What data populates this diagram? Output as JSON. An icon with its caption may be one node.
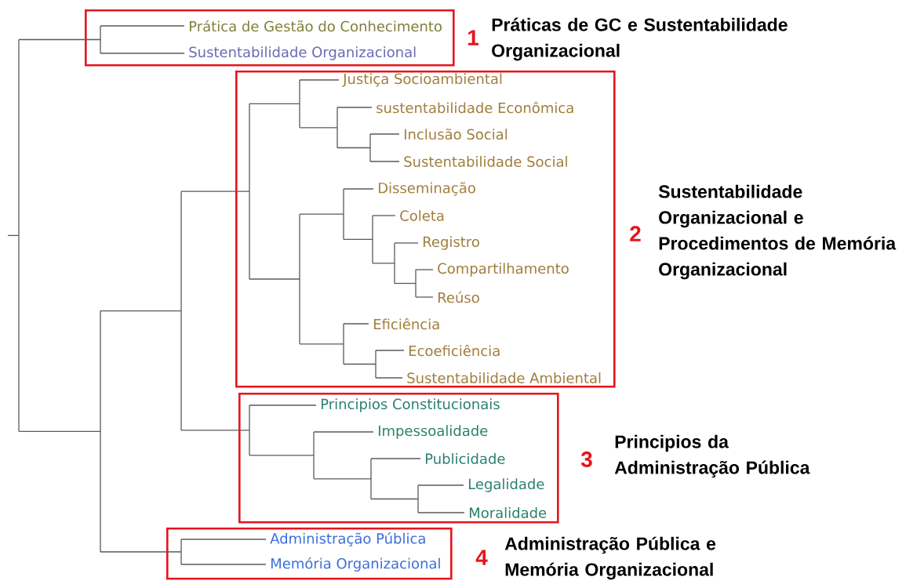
{
  "diagram": {
    "nodes": [
      {
        "text": [],
        "shape": "box",
        "beside": [
          "1",
          "Práticas de GC e Sustentabilidade Organizacional"
        ]
      },
      {
        "text": [
          "Prática de Gestão do Conhecimento"
        ],
        "in": 0
      },
      {
        "text": [
          "Sustentabilidade Organizacional"
        ],
        "in": 0
      },
      {
        "text": [],
        "shape": "box",
        "beside": [
          "2",
          "Sustentabilidade Organizacional e Procedimentos de Memória Organizacional"
        ]
      },
      {
        "text": [
          "Justiça Socioambiental"
        ],
        "in": 3
      },
      {
        "text": [
          "sustentabilidade Econômica"
        ],
        "in": 3
      },
      {
        "text": [
          "Inclusão Social"
        ],
        "in": 3
      },
      {
        "text": [
          "Sustentabilidade Social"
        ],
        "in": 3
      },
      {
        "text": [
          "Disseminação"
        ],
        "in": 3
      },
      {
        "text": [
          "Coleta"
        ],
        "in": 3
      },
      {
        "text": [
          "Registro"
        ],
        "in": 3
      },
      {
        "text": [
          "Compartilhamento"
        ],
        "in": 3
      },
      {
        "text": [
          "Reúso"
        ],
        "in": 3
      },
      {
        "text": [
          "Eficiência"
        ],
        "in": 3
      },
      {
        "text": [
          "Ecoeficiência"
        ],
        "in": 3
      },
      {
        "text": [
          "Sustentabilidade Ambiental"
        ],
        "in": 3
      },
      {
        "text": [],
        "shape": "box",
        "beside": [
          "3",
          "Principios da Administração Pública"
        ]
      },
      {
        "text": [
          "Principios Constitucionais"
        ],
        "in": 16
      },
      {
        "text": [
          "Impessoalidade"
        ],
        "in": 16
      },
      {
        "text": [
          "Publicidade"
        ],
        "in": 16
      },
      {
        "text": [
          "Legalidade"
        ],
        "in": 16
      },
      {
        "text": [
          "Moralidade"
        ],
        "in": 16
      },
      {
        "text": [],
        "shape": "box",
        "beside": [
          "4",
          "Administração Pública  e Memória Organizacional"
        ]
      },
      {
        "text": [
          "Administração Pública"
        ],
        "in": 22
      },
      {
        "text": [
          "Memória Organizacional"
        ],
        "in": 22
      }
    ]
  }
}
